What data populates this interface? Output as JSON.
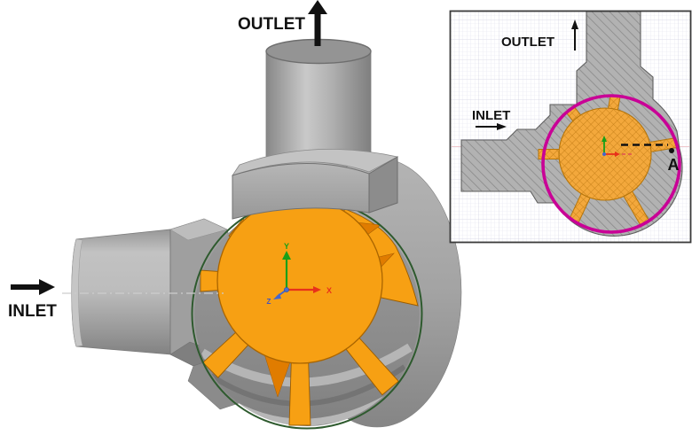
{
  "main_view": {
    "outlet_label": "OUTLET",
    "inlet_label": "INLET",
    "axis_labels": {
      "x": "X",
      "y": "Y",
      "z": "Z"
    }
  },
  "inset_view": {
    "outlet_label": "OUTLET",
    "inlet_label": "INLET",
    "point_label": "A"
  },
  "colors": {
    "rotor_orange": "#F7A013",
    "rotor_orange_dark": "#E07C00",
    "housing_gray": "#A9A9A9",
    "rim_green": "#2E5A2E",
    "section_circle_magenta": "#C90096",
    "axis_x_red": "#E8311A",
    "axis_y_green": "#18A018",
    "axis_z_blue": "#4466CC",
    "annotation_black": "#111111"
  }
}
